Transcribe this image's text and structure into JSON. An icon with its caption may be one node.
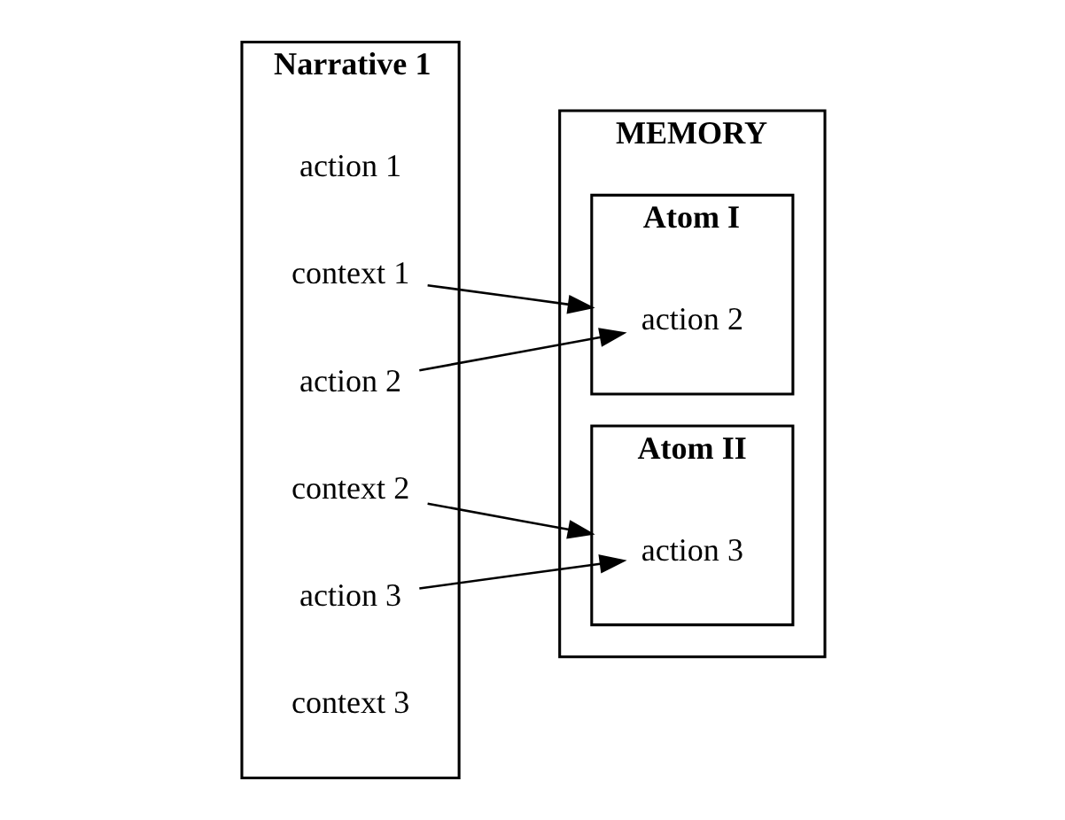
{
  "diagram": {
    "nodes": [
      {
        "text": [
          "Narrative 1"
        ]
      },
      {
        "text": [
          "action 1"
        ],
        "in": 0
      },
      {
        "text": [
          "context 1"
        ],
        "in": 0
      },
      {
        "text": [
          "action 2"
        ],
        "in": 0
      },
      {
        "text": [
          "context 2"
        ],
        "in": 0
      },
      {
        "text": [
          "action 3"
        ],
        "in": 0
      },
      {
        "text": [
          "context 3"
        ],
        "in": 0
      },
      {
        "text": [
          "MEMORY"
        ]
      },
      {
        "text": [
          "Atom I"
        ],
        "in": 7
      },
      {
        "text": [
          "action 2"
        ],
        "in": 8
      },
      {
        "text": [
          "Atom II"
        ],
        "in": 7
      },
      {
        "text": [
          "action 3"
        ],
        "in": 10
      }
    ],
    "edges": [
      {
        "from": 2,
        "to": 8,
        "arrow": "to"
      },
      {
        "from": 3,
        "to": 9,
        "arrow": "to"
      },
      {
        "from": 4,
        "to": 10,
        "arrow": "to"
      },
      {
        "from": 5,
        "to": 11,
        "arrow": "to"
      }
    ]
  }
}
